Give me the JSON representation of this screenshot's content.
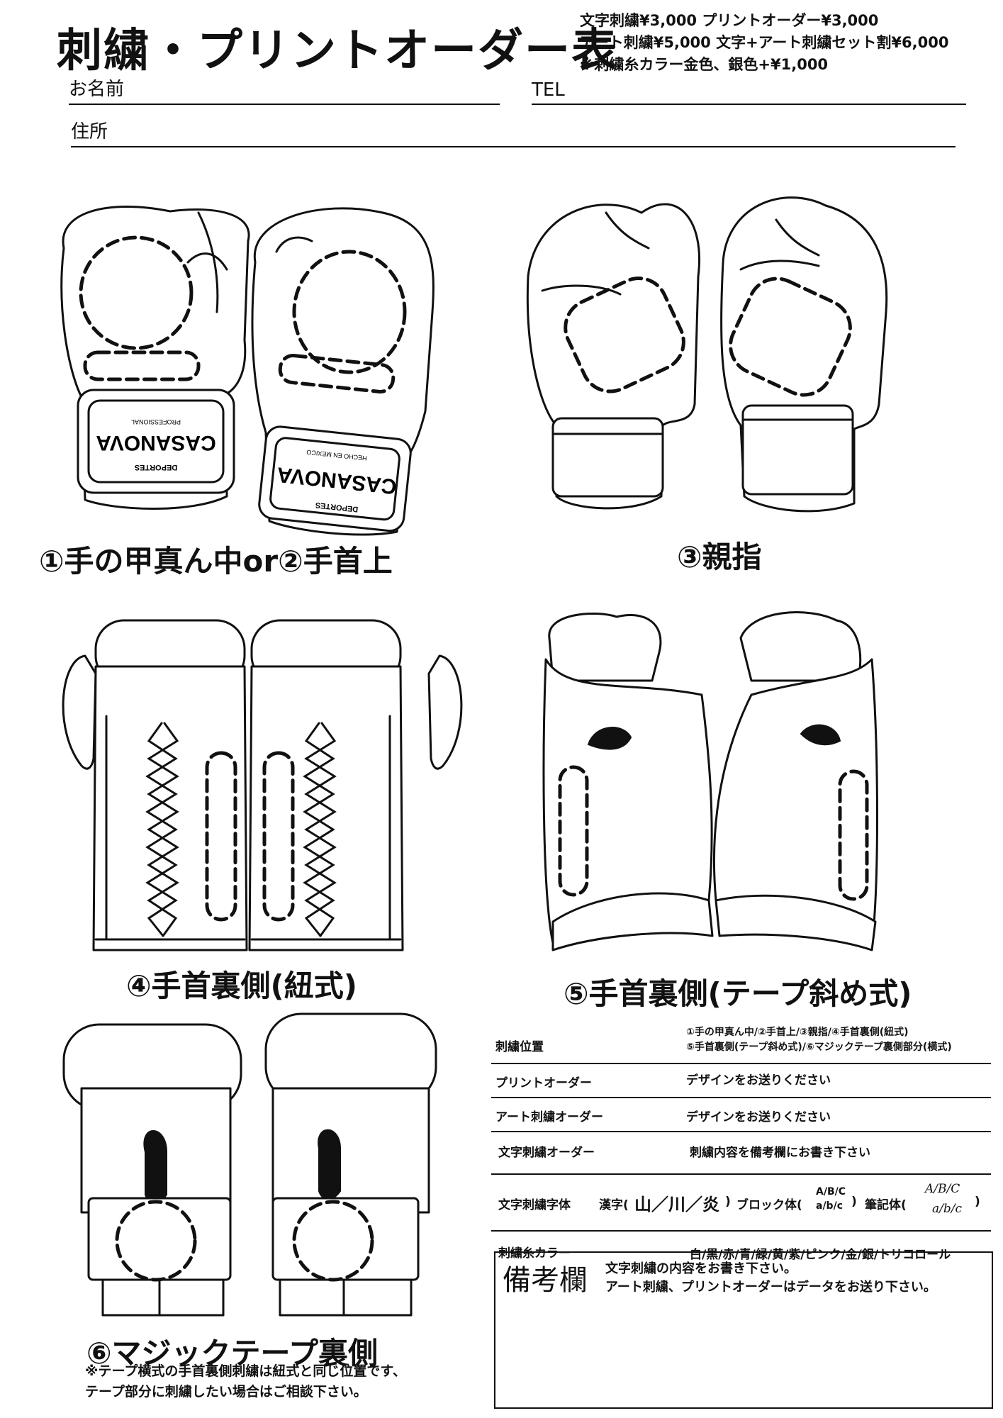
{
  "header": {
    "title": "刺繍・プリントオーダー表",
    "price_line_1": "文字刺繍¥3,000 プリントオーダー¥3,000",
    "price_line_2": "アート刺繍¥5,000 文字+アート刺繍セット割¥6,000",
    "price_line_3": "※刺繍糸カラー金色、銀色+¥1,000"
  },
  "form": {
    "name_label": "お名前",
    "tel_label": "TEL",
    "address_label": "住所"
  },
  "diagrams": {
    "caption_1": "①手の甲真ん中or②手首上",
    "caption_3": "③親指",
    "caption_4": "④手首裏側(紐式)",
    "caption_5": "⑤手首裏側(テープ斜め式)",
    "caption_6": "⑥マジックテープ裏側",
    "brand_text": "CASANOVA",
    "brand_sub_1": "PROFESSIONAL",
    "brand_sub_2": "DEPORTES",
    "brand_sub_3": "HECHO EN MEXICO"
  },
  "note": {
    "line_1": "※テープ横式の手首裏側刺繍は紐式と同じ位置です、",
    "line_2": "テープ部分に刺繍したい場合はご相談下さい。"
  },
  "table": {
    "rows": [
      {
        "key": "刺繍位置",
        "value_1": "①手の甲真ん中/②手首上/③親指/④手首裏側(紐式)",
        "value_2": "⑤手首裏側(テープ斜め式)/⑥マジックテープ裏側部分(横式)"
      },
      {
        "key": "プリントオーダー",
        "value": "デザインをお送りください"
      },
      {
        "key": "アート刺繍オーダー",
        "value": "デザインをお送りください"
      },
      {
        "key": "文字刺繍オーダー",
        "value": "刺繍内容を備考欄にお書き下さい"
      },
      {
        "key": "文字刺繍字体",
        "kanji_label": "漢字(",
        "kanji_sample": "山／川／炎",
        "kanji_close": ")",
        "block_label": "ブロック体(",
        "block_top": "A/B/C",
        "block_bottom": "a/b/c",
        "block_close": ")",
        "script_label": "筆記体(",
        "script_top": "A/B/C",
        "script_bottom": "a/b/c",
        "script_close": ")"
      },
      {
        "key": "刺繍糸カラー",
        "value": "白/黒/赤/青/緑/黄/紫/ピンク/金/銀/トリコロール"
      }
    ]
  },
  "remarks": {
    "heading": "備考欄",
    "line_1": "文字刺繍の内容をお書き下さい。",
    "line_2": "アート刺繍、プリントオーダーはデータをお送り下さい。"
  }
}
